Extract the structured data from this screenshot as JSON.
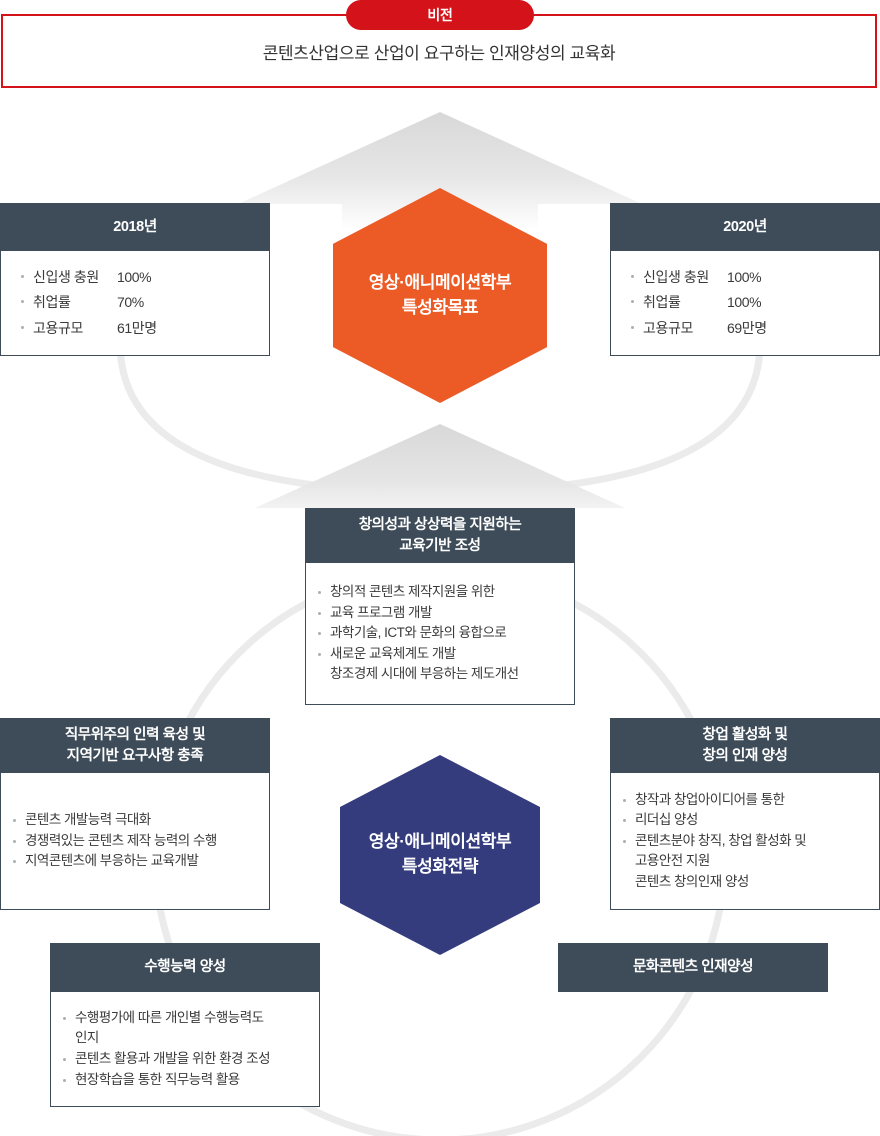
{
  "colors": {
    "vision_red": "#d3121a",
    "goal_orange": "#ec5a26",
    "strategy_navy": "#343c7e",
    "card_slate": "#3e4c59",
    "arrow_grey": "#dcdcdc",
    "arc_grey": "#e8e8e8",
    "body_text": "#3a3a3a"
  },
  "vision": {
    "badge": "비전",
    "statement": "콘텐츠산업으로 산업이 요구하는 인재양성의 교육화"
  },
  "goal_hexagon": {
    "line1": "영상·애니메이션학부",
    "line2": "특성화목표"
  },
  "strategy_hexagon": {
    "line1": "영상·애니메이션학부",
    "line2": "특성화전략"
  },
  "metric_cards": [
    {
      "name": "year-2018",
      "title": "2018년",
      "rows": [
        {
          "label": "신입생 충원",
          "value": "100%"
        },
        {
          "label": "취업률",
          "value": "70%"
        },
        {
          "label": "고용규모",
          "value": "61만명"
        }
      ]
    },
    {
      "name": "year-2020",
      "title": "2020년",
      "rows": [
        {
          "label": "신입생 충원",
          "value": "100%"
        },
        {
          "label": "취업률",
          "value": "100%"
        },
        {
          "label": "고용규모",
          "value": "69만명"
        }
      ]
    }
  ],
  "strategy_cards": [
    {
      "name": "education-base",
      "title_line1": "창의성과 상상력을 지원하는",
      "title_line2": "교육기반 조성",
      "items": [
        {
          "text": "창의적 콘텐츠 제작지원을 위한",
          "bulleted": true
        },
        {
          "text": "교육 프로그램 개발",
          "bulleted": true
        },
        {
          "text": "과학기술, ICT와 문화의 융합으로",
          "bulleted": true
        },
        {
          "text": "새로운 교육체계도 개발",
          "bulleted": true
        },
        {
          "text": "창조경제 시대에 부응하는 제도개선",
          "bulleted": false
        }
      ]
    },
    {
      "name": "workforce-development",
      "title_line1": "직무위주의 인력 육성 및",
      "title_line2": "지역기반 요구사항 충족",
      "items": [
        {
          "text": "콘텐츠 개발능력 극대화",
          "bulleted": true
        },
        {
          "text": "경쟁력있는 콘텐츠 제작 능력의 수행",
          "bulleted": true
        },
        {
          "text": "지역콘텐츠에 부응하는 교육개발",
          "bulleted": true
        }
      ]
    },
    {
      "name": "startup-creativity",
      "title_line1": "창업 활성화 및",
      "title_line2": "창의 인재 양성",
      "items": [
        {
          "text": "창작과 창업아이디어를 통한",
          "bulleted": true
        },
        {
          "text": "리더십 양성",
          "bulleted": true
        },
        {
          "text": "콘텐츠분야 창직, 창업 활성화 및",
          "bulleted": true
        },
        {
          "text": "고용안전 지원",
          "bulleted": false
        },
        {
          "text": "콘텐츠 창의인재 양성",
          "bulleted": false
        }
      ]
    },
    {
      "name": "performance-capability",
      "title_line1": "수행능력 양성",
      "title_line2": "",
      "items": [
        {
          "text": "수행평가에 따른 개인별 수행능력도",
          "bulleted": true
        },
        {
          "text": "인지",
          "bulleted": false
        },
        {
          "text": "콘텐츠 활용과 개발을 위한 환경 조성",
          "bulleted": true
        },
        {
          "text": "현장학습을 통한 직무능력 활용",
          "bulleted": true
        }
      ]
    },
    {
      "name": "culture-content-talent",
      "title_line1": "문화콘텐츠 인재양성",
      "title_line2": "",
      "items": []
    }
  ]
}
